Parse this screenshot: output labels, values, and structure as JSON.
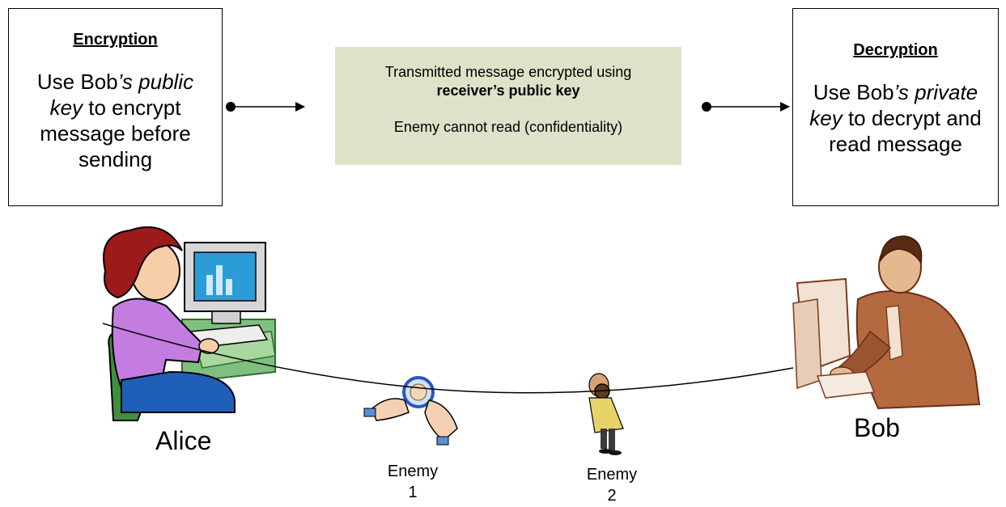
{
  "encryption": {
    "title": "Encryption",
    "line1_a": "Use Bob",
    "line1_b": "’s public",
    "line2_a": "key",
    "line2_b": " to encrypt",
    "line3": "message before",
    "line4": "sending"
  },
  "message": {
    "line1": "Transmitted message encrypted using",
    "line2": "receiver’s public key",
    "line3": "Enemy cannot read (confidentiality)"
  },
  "decryption": {
    "title": "Decryption",
    "line1_a": "Use Bob",
    "line1_b": "’s private",
    "line2_a": "key",
    "line2_b": " to decrypt and",
    "line3": "read message"
  },
  "parties": {
    "alice": "Alice",
    "bob": "Bob",
    "enemy1_a": "Enemy",
    "enemy1_b": "1",
    "enemy2_a": "Enemy",
    "enemy2_b": "2"
  },
  "icons": [
    "alice-computer-icon",
    "bob-computer-icon",
    "enemy1-magnifier-icon",
    "enemy2-magnifier-icon"
  ]
}
